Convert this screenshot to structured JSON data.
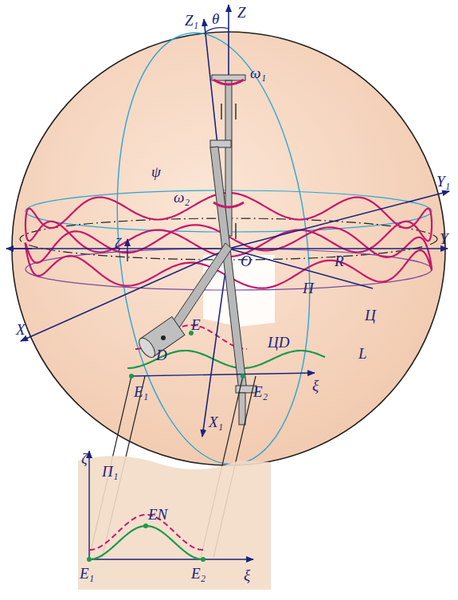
{
  "diagram": {
    "labels": [
      "Z₁",
      "θ",
      "Z",
      "ω₁",
      "ψ",
      "Y₁",
      "ω₂",
      "O",
      "Y",
      "ζ",
      "R",
      "П",
      "X",
      "Ц",
      "D",
      "E",
      "ЦD",
      "L",
      "E₁",
      "E₂",
      "ξ",
      "X₁",
      "ζ",
      "П₁",
      "EN",
      "E₁",
      "E₂",
      "ξ"
    ]
  }
}
